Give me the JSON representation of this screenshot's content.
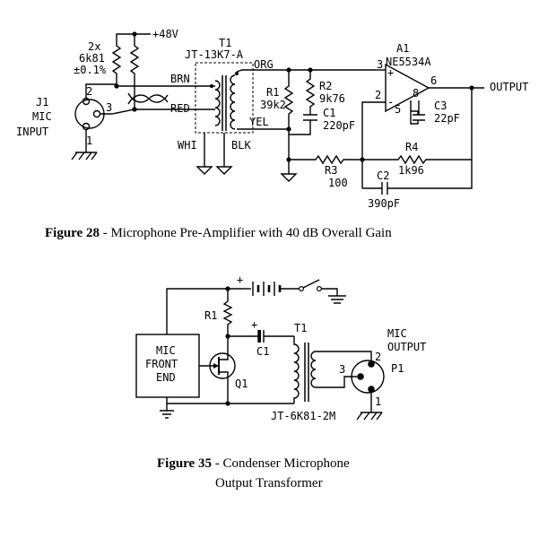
{
  "figure28": {
    "caption_number": "Figure 28",
    "caption_text": " - Microphone Pre-Amplifier with 40 dB Overall Gain",
    "supply": "+48V",
    "resistor_pair": [
      "2x",
      "6k81",
      "±0.1%"
    ],
    "jack": [
      "J1",
      "MIC",
      "INPUT"
    ],
    "jack_pins": [
      "2",
      "3",
      "1"
    ],
    "transformer": [
      "T1",
      "JT-13K7-A"
    ],
    "wires": {
      "brn": "BRN",
      "red": "RED",
      "whi": "WHI",
      "org": "ORG",
      "yel": "YEL",
      "blk": "BLK"
    },
    "r1": [
      "R1",
      "39k2"
    ],
    "r2": [
      "R2",
      "9k76"
    ],
    "c1": [
      "C1",
      "220pF"
    ],
    "opamp": [
      "A1",
      "NE5534A"
    ],
    "opamp_pins": [
      "3",
      "2",
      "6",
      "8",
      "5"
    ],
    "c3": [
      "C3",
      "22pF"
    ],
    "r4": [
      "R4",
      "1k96"
    ],
    "r3": [
      "R3",
      "100"
    ],
    "c2": [
      "C2",
      "390pF"
    ],
    "output": "OUTPUT"
  },
  "figure35": {
    "caption_number": "Figure 35",
    "caption_line1": " - Condenser Microphone",
    "caption_line2": "Output Transformer",
    "front_end": [
      "MIC",
      "FRONT",
      "END"
    ],
    "r1": "R1",
    "q1": "Q1",
    "c1": "C1",
    "c1_plus": "+",
    "battery_plus": "+",
    "transformer": [
      "T1",
      "JT-6K81-2M"
    ],
    "mic_output": [
      "MIC",
      "OUTPUT"
    ],
    "plug": "P1",
    "plug_pins": [
      "2",
      "3",
      "1"
    ]
  }
}
